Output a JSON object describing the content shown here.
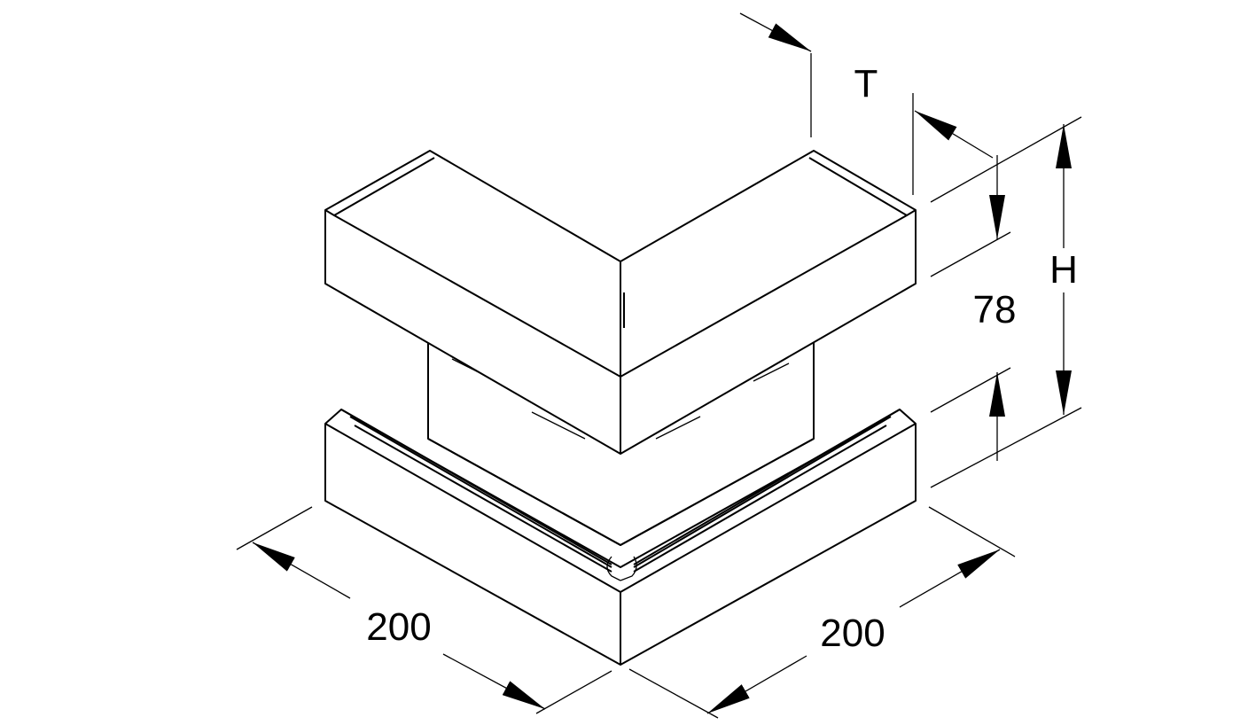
{
  "dimensions": {
    "thickness_label": "T",
    "height_label": "H",
    "inner_height": "78",
    "left_length": "200",
    "right_length": "200"
  }
}
